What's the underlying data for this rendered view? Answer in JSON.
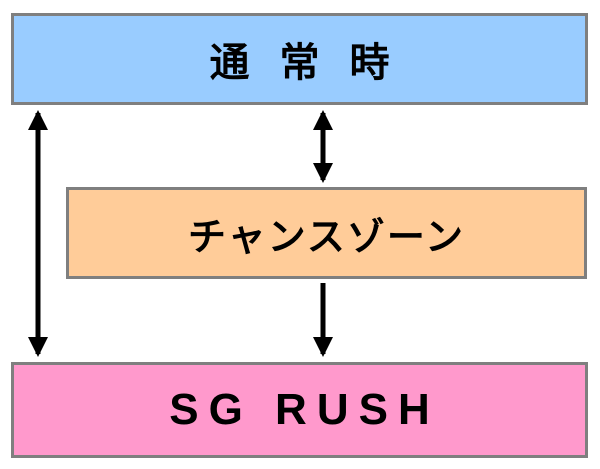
{
  "nodes": {
    "normal": {
      "label": "通常時",
      "color": "#99ccff"
    },
    "chance_zone": {
      "label": "チャンスゾーン",
      "color": "#ffcc99"
    },
    "sg_rush": {
      "label": "SG RUSH",
      "color": "#ff99cc"
    }
  },
  "edges": [
    {
      "from": "normal",
      "to": "sg_rush",
      "direction": "both"
    },
    {
      "from": "normal",
      "to": "chance_zone",
      "direction": "both"
    },
    {
      "from": "chance_zone",
      "to": "sg_rush",
      "direction": "forward"
    }
  ],
  "style": {
    "border_color": "#7f7f7f",
    "arrow_color": "#000000"
  }
}
